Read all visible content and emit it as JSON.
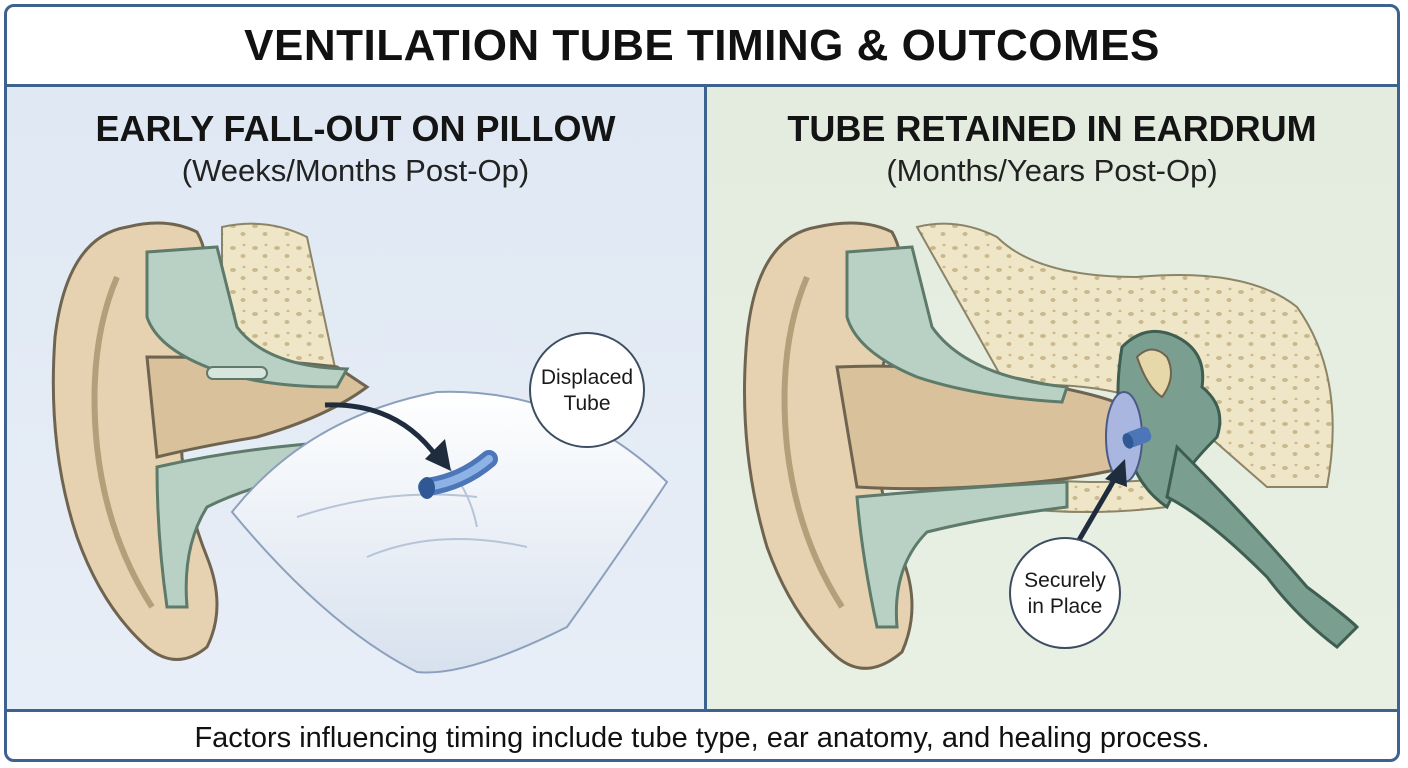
{
  "title": "VENTILATION TUBE TIMING & OUTCOMES",
  "panels": {
    "left": {
      "heading": "EARLY FALL-OUT ON PILLOW",
      "subheading": "(Weeks/Months Post-Op)",
      "callout_line1": "Displaced",
      "callout_line2": "Tube"
    },
    "right": {
      "heading": "TUBE RETAINED IN EARDRUM",
      "subheading": "(Months/Years Post-Op)",
      "callout_line1": "Securely",
      "callout_line2": "in Place"
    }
  },
  "footer": "Factors influencing timing include tube type, ear anatomy, and healing process.",
  "colors": {
    "border": "#3d6290",
    "skin": "#e6d2b0",
    "bone": "#efe6c8",
    "cartilage": "#b9d1c4",
    "tube": "#5a86c8",
    "left_bg": "#e2eaf4",
    "right_bg": "#e5eee1"
  }
}
